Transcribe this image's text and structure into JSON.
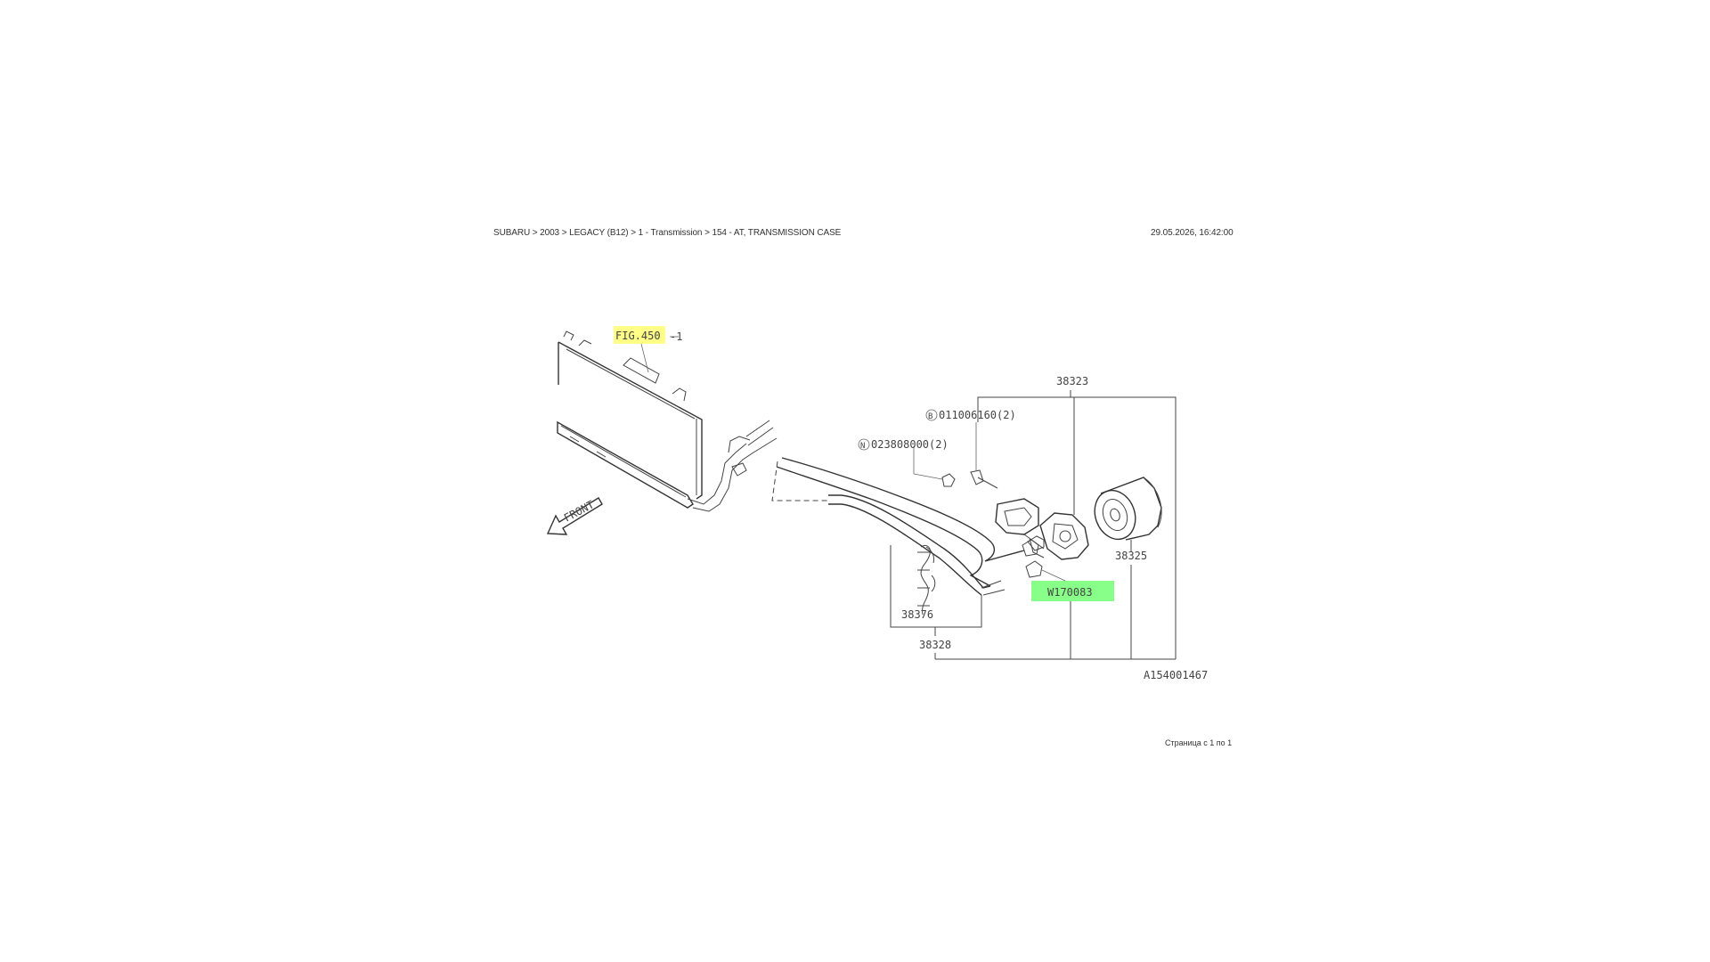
{
  "header": {
    "breadcrumb": "SUBARU > 2003 > LEGACY (B12) > 1 - Transmission > 154 - AT, TRANSMISSION CASE",
    "timestamp": "29.05.2026, 16:42:00"
  },
  "footer": {
    "page_info": "Страница с 1 по 1"
  },
  "diagram": {
    "highlight_colors": {
      "fig_ref": "#ffff88",
      "part_ref": "#88ff88"
    },
    "labels": {
      "fig_ref": "FIG.450",
      "fig_ref_suffix": "-1",
      "front": "FRONT",
      "bolt": "011006160(2)",
      "bolt_marker": "B",
      "nut": "023808000(2)",
      "nut_marker": "N",
      "p38323": "38323",
      "w170083": "W170083",
      "p38325": "38325",
      "p38376": "38376",
      "p38328": "38328",
      "drawing_id": "A154001467"
    }
  }
}
